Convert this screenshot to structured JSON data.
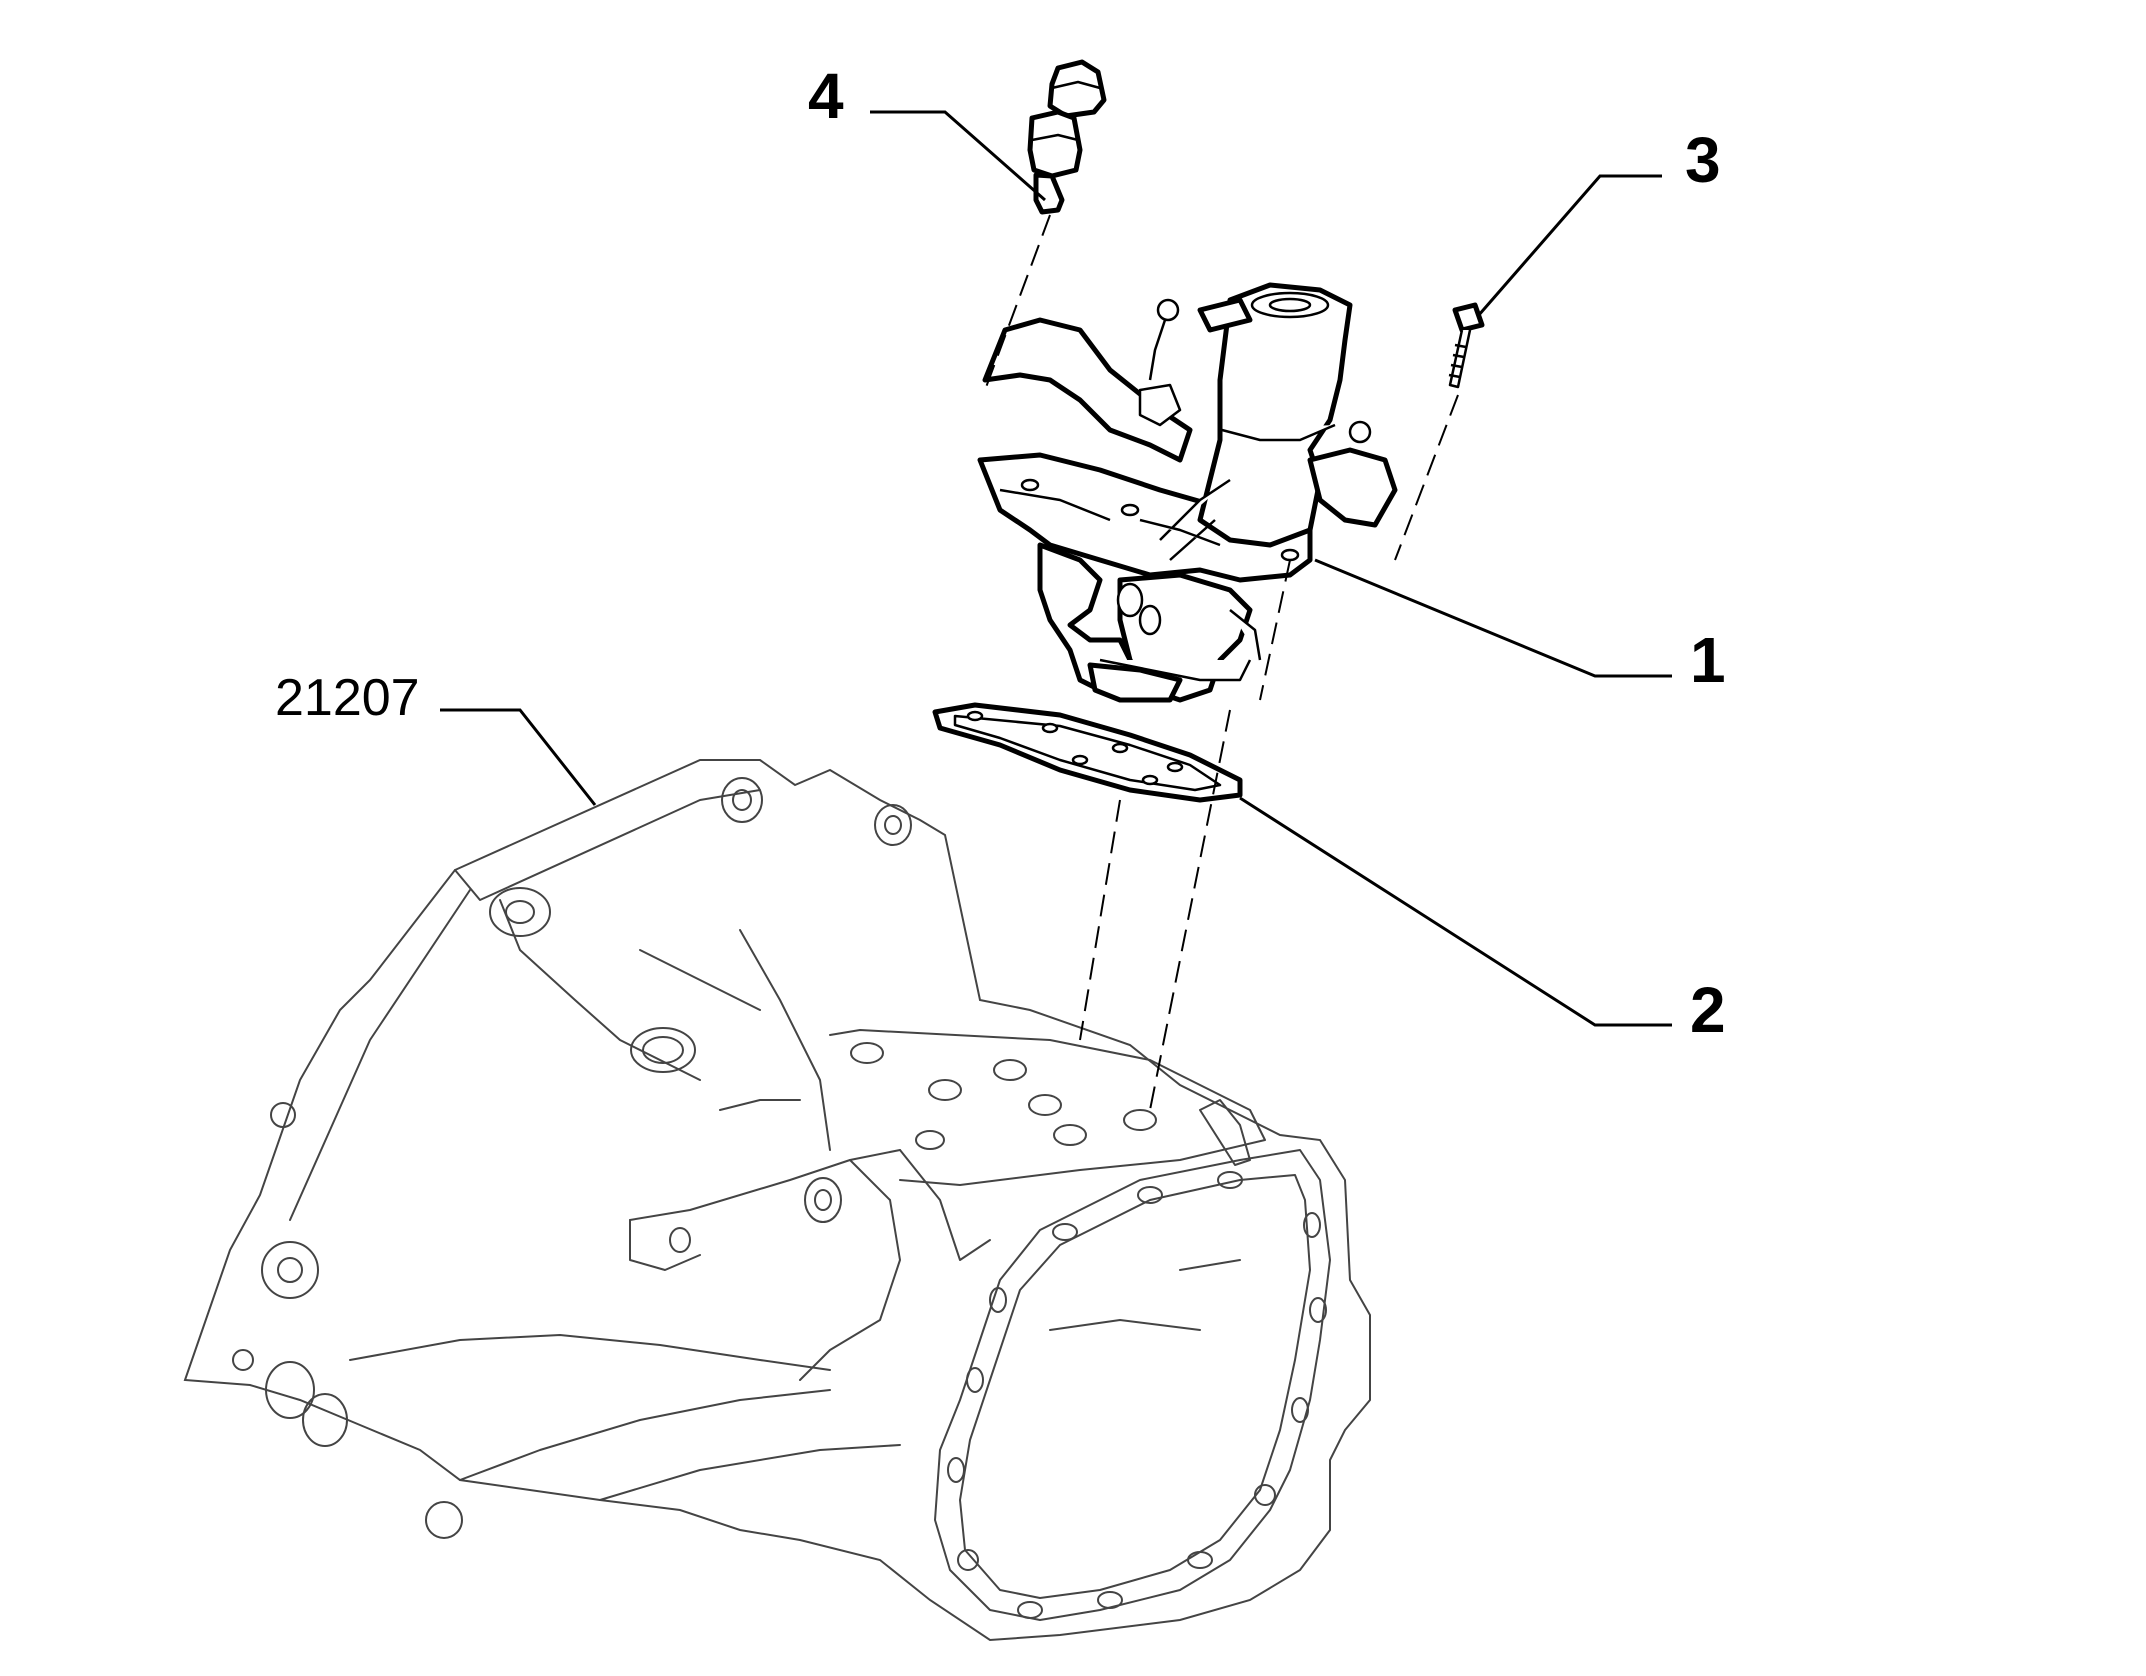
{
  "callouts": [
    {
      "id": "4",
      "label": "4"
    },
    {
      "id": "3",
      "label": "3"
    },
    {
      "id": "1",
      "label": "1"
    },
    {
      "id": "2",
      "label": "2"
    }
  ],
  "reference": {
    "label": "21207"
  }
}
